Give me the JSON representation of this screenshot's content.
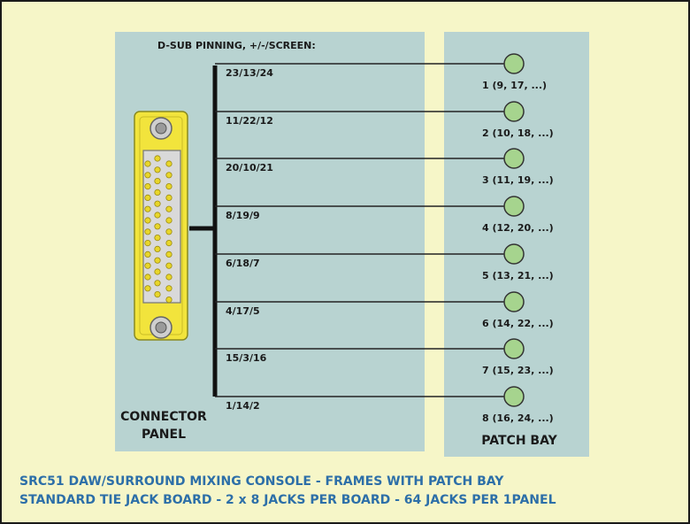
{
  "header_text": "D-SUB PINNING, +/-/SCREEN:",
  "connector_label": "CONNECTOR\nPANEL",
  "patch_label": "PATCH BAY",
  "channels": [
    {
      "pins": "23/13/24",
      "jack": "1 (9, 17, ...)"
    },
    {
      "pins": "11/22/12",
      "jack": "2 (10, 18, ...)"
    },
    {
      "pins": "20/10/21",
      "jack": "3 (11, 19, ...)"
    },
    {
      "pins": "8/19/9",
      "jack": "4 (12, 20, ...)"
    },
    {
      "pins": "6/18/7",
      "jack": "5 (13, 21, ...)"
    },
    {
      "pins": "4/17/5",
      "jack": "6 (14, 22, ...)"
    },
    {
      "pins": "15/3/16",
      "jack": "7 (15, 23, ...)"
    },
    {
      "pins": "1/14/2",
      "jack": "8 (16, 24, ...)"
    }
  ],
  "footer": {
    "line1": "SRC51 DAW/SURROUND MIXING CONSOLE - FRAMES WITH PATCH BAY",
    "line2": "STANDARD TIE JACK BOARD  - 2 x 8 JACKS PER BOARD - 64 JACKS PER 1PANEL"
  },
  "colors": {
    "background": "#f6f6c8",
    "panel": "#b8d3d1",
    "jack": "#a6d48e",
    "connector": "#f2e43c",
    "footer_text": "#2d6fa8"
  }
}
